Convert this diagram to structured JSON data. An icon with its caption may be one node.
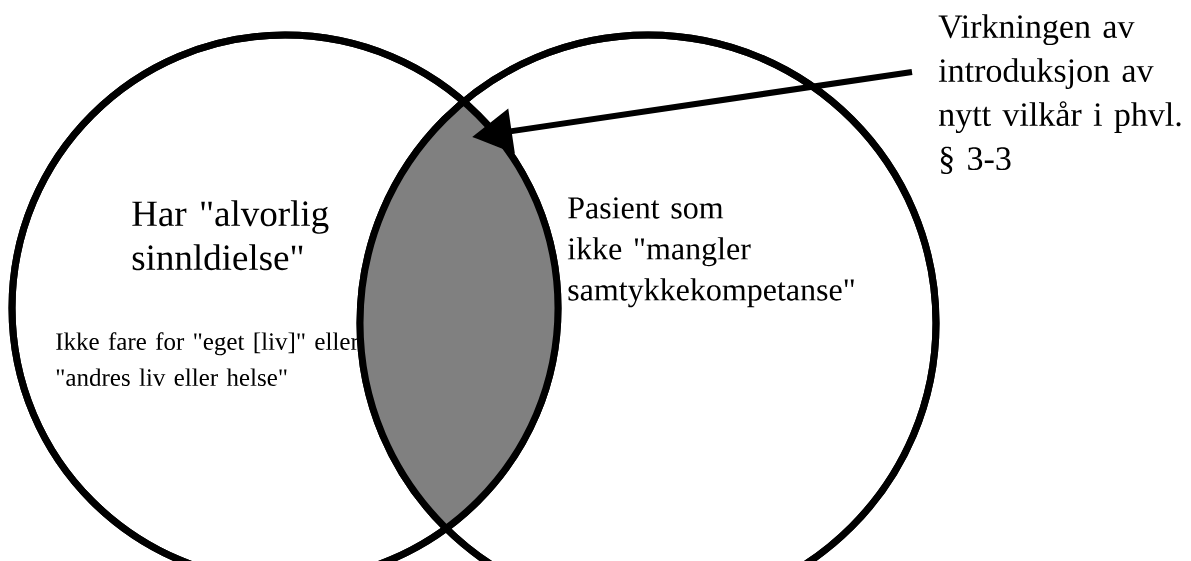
{
  "diagram": {
    "nodes": [
      {
        "text": [
          "Har \"alvorlig sinnldielse\"",
          "Ikke fare for \"eget [liv]\" eller \"andres liv eller helse\""
        ]
      },
      {
        "text": [
          "Pasient som ikke \"mangler samtykkekompetanse\""
        ]
      },
      {
        "text": [],
        "shape": "lens"
      },
      {
        "text": [
          "Virkningen av introduksjon av nytt vilkår i phvl. § 3-3"
        ]
      }
    ],
    "edges": [
      {
        "from": 3,
        "to": 2,
        "arrow": "to"
      }
    ]
  }
}
